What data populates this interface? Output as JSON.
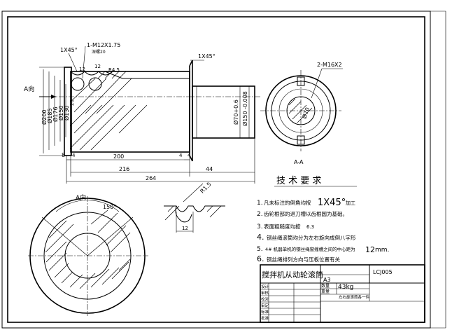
{
  "front_view": {
    "top_labels": {
      "chamfer_left": "1X45°",
      "thread": "1-M12X1.75",
      "thread_depth": "深螺20",
      "chamfer_right": "1X45°"
    },
    "section_arrow": "A向",
    "small_dims": {
      "d12a": "12",
      "d12b": "12",
      "radius": "R4.5",
      "d20": "20"
    },
    "diameters_left": [
      "Ø200",
      "Ø185",
      "Ø176",
      "Ø150",
      "Ø130"
    ],
    "shaft_dia_1": "Ø70+0.6",
    "shaft_dia_2": "Ø150 -0.008",
    "bottom_dims": {
      "d8": "8",
      "d4a": "4",
      "d200": "200",
      "d4b": "4",
      "d4c": "4",
      "d216": "216",
      "d44": "44",
      "d264": "264"
    }
  },
  "section_aa": {
    "thread_label": "2-M16X2",
    "inner_dia": "Ø70",
    "title": "A-A"
  },
  "view_a": {
    "title": "A向",
    "angle": "150°"
  },
  "groove_detail": {
    "radius": "R1.5",
    "width": "12"
  },
  "tech_req": {
    "heading": "技 术 要 求",
    "items": [
      {
        "num": "1.",
        "text": "凡未标注的倒角均按",
        "big": "1X45°",
        "tail": "加工"
      },
      {
        "num": "2.",
        "text": "齿轮根部的退刀槽以齿根圆为基础。",
        "big": "",
        "tail": ""
      },
      {
        "num": "3.",
        "text": "表面粗糙度均按",
        "big": "",
        "tail": "6.3"
      },
      {
        "num": "4.",
        "text": "钢丝绳滚筒均分为左右旋向成倒八字形",
        "big": "",
        "tail": ""
      },
      {
        "num": "5.",
        "text": "4# 机器单机的钢丝绳窗缠槽之间的中心距为",
        "big": "12",
        "tail": "mm."
      },
      {
        "num": "6.",
        "text": "钢丝绳排列方向与压板位置有关",
        "big": "",
        "tail": ""
      }
    ]
  },
  "title_block": {
    "name": "搅拌机从动轮滚筒",
    "code": "LCJ005",
    "sheet_size": "A3",
    "quantity_label": "数量",
    "weight_label": "重量",
    "weight_value": "43kg",
    "note": "左右旋滚筒各一件",
    "roles": [
      "设计",
      "审核",
      "校对",
      "审定",
      "标准",
      "批准"
    ]
  }
}
